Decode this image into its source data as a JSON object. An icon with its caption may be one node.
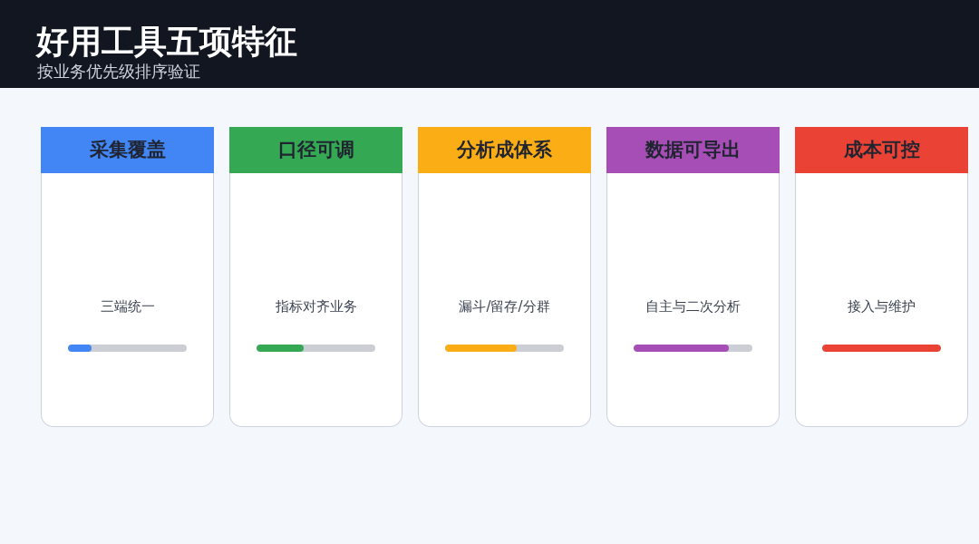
{
  "diagram": {
    "title": "好用工具五项特征",
    "nodes": [
      {
        "text": [
          "采集覆盖",
          "三端统一"
        ]
      },
      {
        "text": [
          "口径可调",
          "指标对齐业务"
        ]
      },
      {
        "text": [
          "分析成体系",
          "漏斗/留存/分群"
        ]
      },
      {
        "text": [
          "数据可导出",
          "自主与二次分析"
        ]
      },
      {
        "text": [
          "成本可控",
          "接入与维护"
        ]
      }
    ],
    "edges": [],
    "labels": [
      "按业务优先级排序验证"
    ]
  }
}
